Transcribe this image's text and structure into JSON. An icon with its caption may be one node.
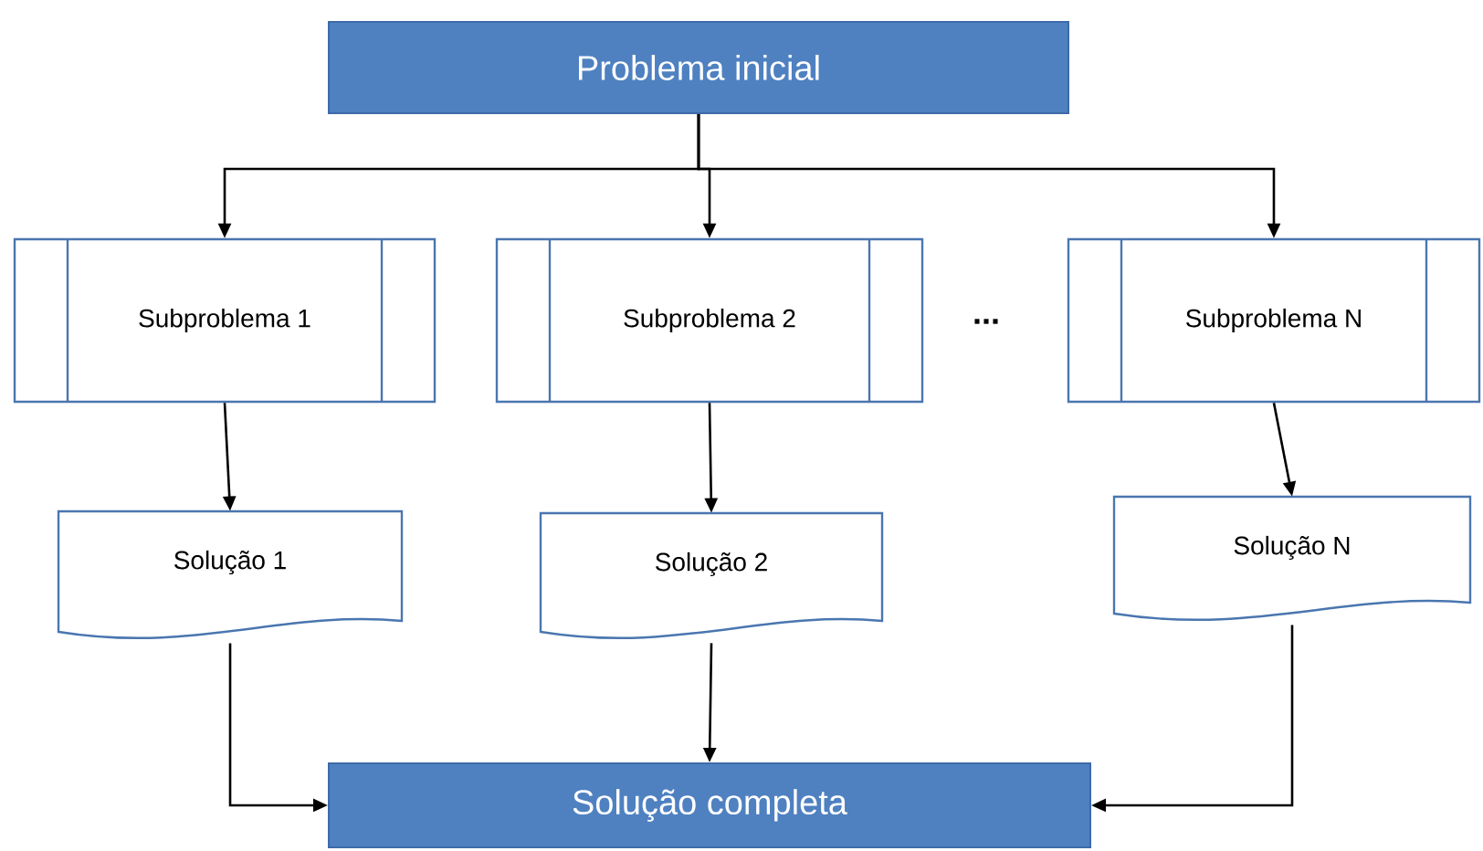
{
  "diagram": {
    "nodes": [
      {
        "text": [
          "Problema inicial"
        ]
      },
      {
        "text": [
          "Subproblema 1"
        ]
      },
      {
        "text": [
          "Subproblema 2"
        ]
      },
      {
        "text": [
          "Subproblema N"
        ]
      },
      {
        "text": [
          "Solução 1"
        ]
      },
      {
        "text": [
          "Solução 2"
        ]
      },
      {
        "text": [
          "Solução N"
        ]
      },
      {
        "text": [
          "Solução completa"
        ]
      }
    ],
    "edges": [
      {
        "from": 0,
        "to": 1,
        "arrow": "to"
      },
      {
        "from": 0,
        "to": 2,
        "arrow": "to"
      },
      {
        "from": 0,
        "to": 3,
        "arrow": "to"
      },
      {
        "from": 1,
        "to": 4,
        "arrow": "to"
      },
      {
        "from": 2,
        "to": 5,
        "arrow": "to"
      },
      {
        "from": 3,
        "to": 6,
        "arrow": "to"
      },
      {
        "from": 4,
        "to": 7,
        "arrow": "to"
      },
      {
        "from": 5,
        "to": 7,
        "arrow": "to"
      },
      {
        "from": 6,
        "to": 7,
        "arrow": "to"
      }
    ],
    "labels": [
      "..."
    ]
  }
}
